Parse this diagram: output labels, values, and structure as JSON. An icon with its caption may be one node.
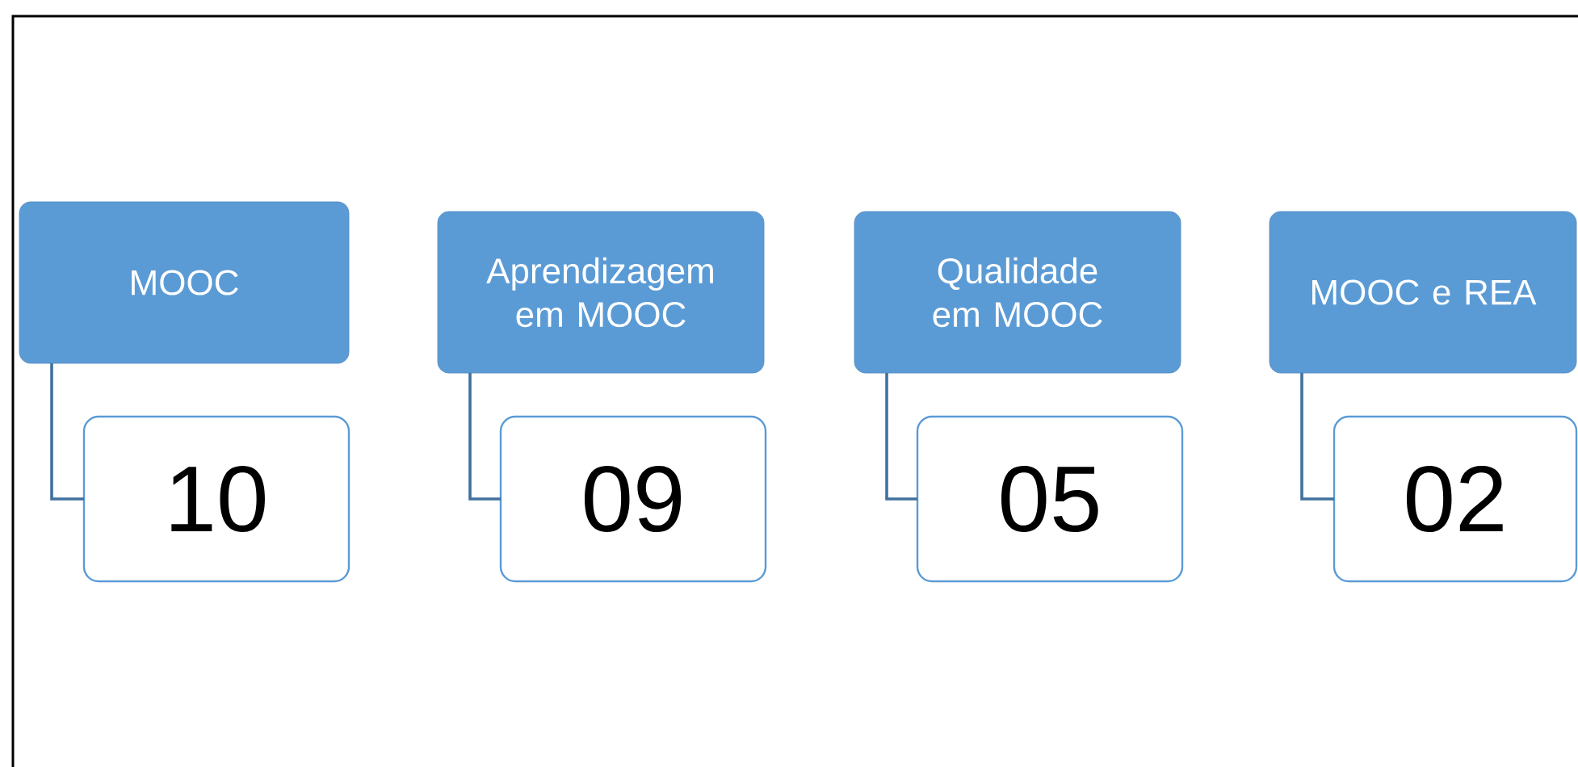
{
  "diagram": {
    "nodes": [
      {
        "text": [
          "MOOC"
        ]
      },
      {
        "text": [
          "10"
        ]
      },
      {
        "text": [
          "Aprendizagem em MOOC"
        ]
      },
      {
        "text": [
          "09"
        ]
      },
      {
        "text": [
          "Qualidade em MOOC"
        ]
      },
      {
        "text": [
          "05"
        ]
      },
      {
        "text": [
          "MOOC e REA"
        ]
      },
      {
        "text": [
          "02"
        ]
      }
    ],
    "edges": [
      {
        "from": 0,
        "to": 1,
        "arrow": "none"
      },
      {
        "from": 2,
        "to": 3,
        "arrow": "none"
      },
      {
        "from": 4,
        "to": 5,
        "arrow": "none"
      },
      {
        "from": 6,
        "to": 7,
        "arrow": "none"
      }
    ]
  }
}
